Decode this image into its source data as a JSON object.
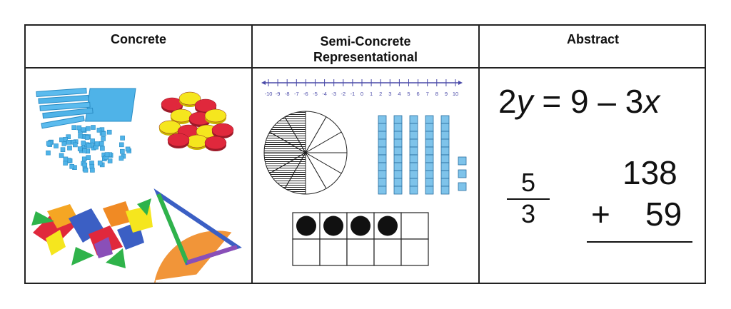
{
  "headers": {
    "concrete": "Concrete",
    "semi_line1": "Semi-Concrete",
    "semi_line2": "Representational",
    "abstract": "Abstract"
  },
  "number_line": {
    "labels": [
      "-10",
      "-9",
      "-8",
      "-7",
      "-6",
      "-5",
      "-4",
      "-3",
      "-2",
      "-1",
      "0",
      "1",
      "2",
      "3",
      "4",
      "5",
      "6",
      "7",
      "8",
      "9",
      "10"
    ],
    "color": "#4a4aa8"
  },
  "fraction_circle": {
    "slices": 12,
    "shaded": 6
  },
  "base_ten": {
    "rods": 5,
    "units": 3,
    "color": "#7ec3ea"
  },
  "ten_frame": {
    "filled": 4,
    "cells": 10
  },
  "abstract": {
    "eq_coef": "2",
    "eq_var1": "y",
    "eq_mid": " = 9 – 3",
    "eq_var2": "x",
    "fraction_num": "5",
    "fraction_den": "3",
    "add_top": "138",
    "add_op": "+",
    "add_bottom": "59"
  },
  "manipulatives": {
    "colors": {
      "blocks": "#4fb3e8",
      "counter_red": "#e0283c",
      "counter_yellow": "#f5e61e",
      "protractor": "#f08a24",
      "triangle": "#3b5fc4"
    }
  }
}
